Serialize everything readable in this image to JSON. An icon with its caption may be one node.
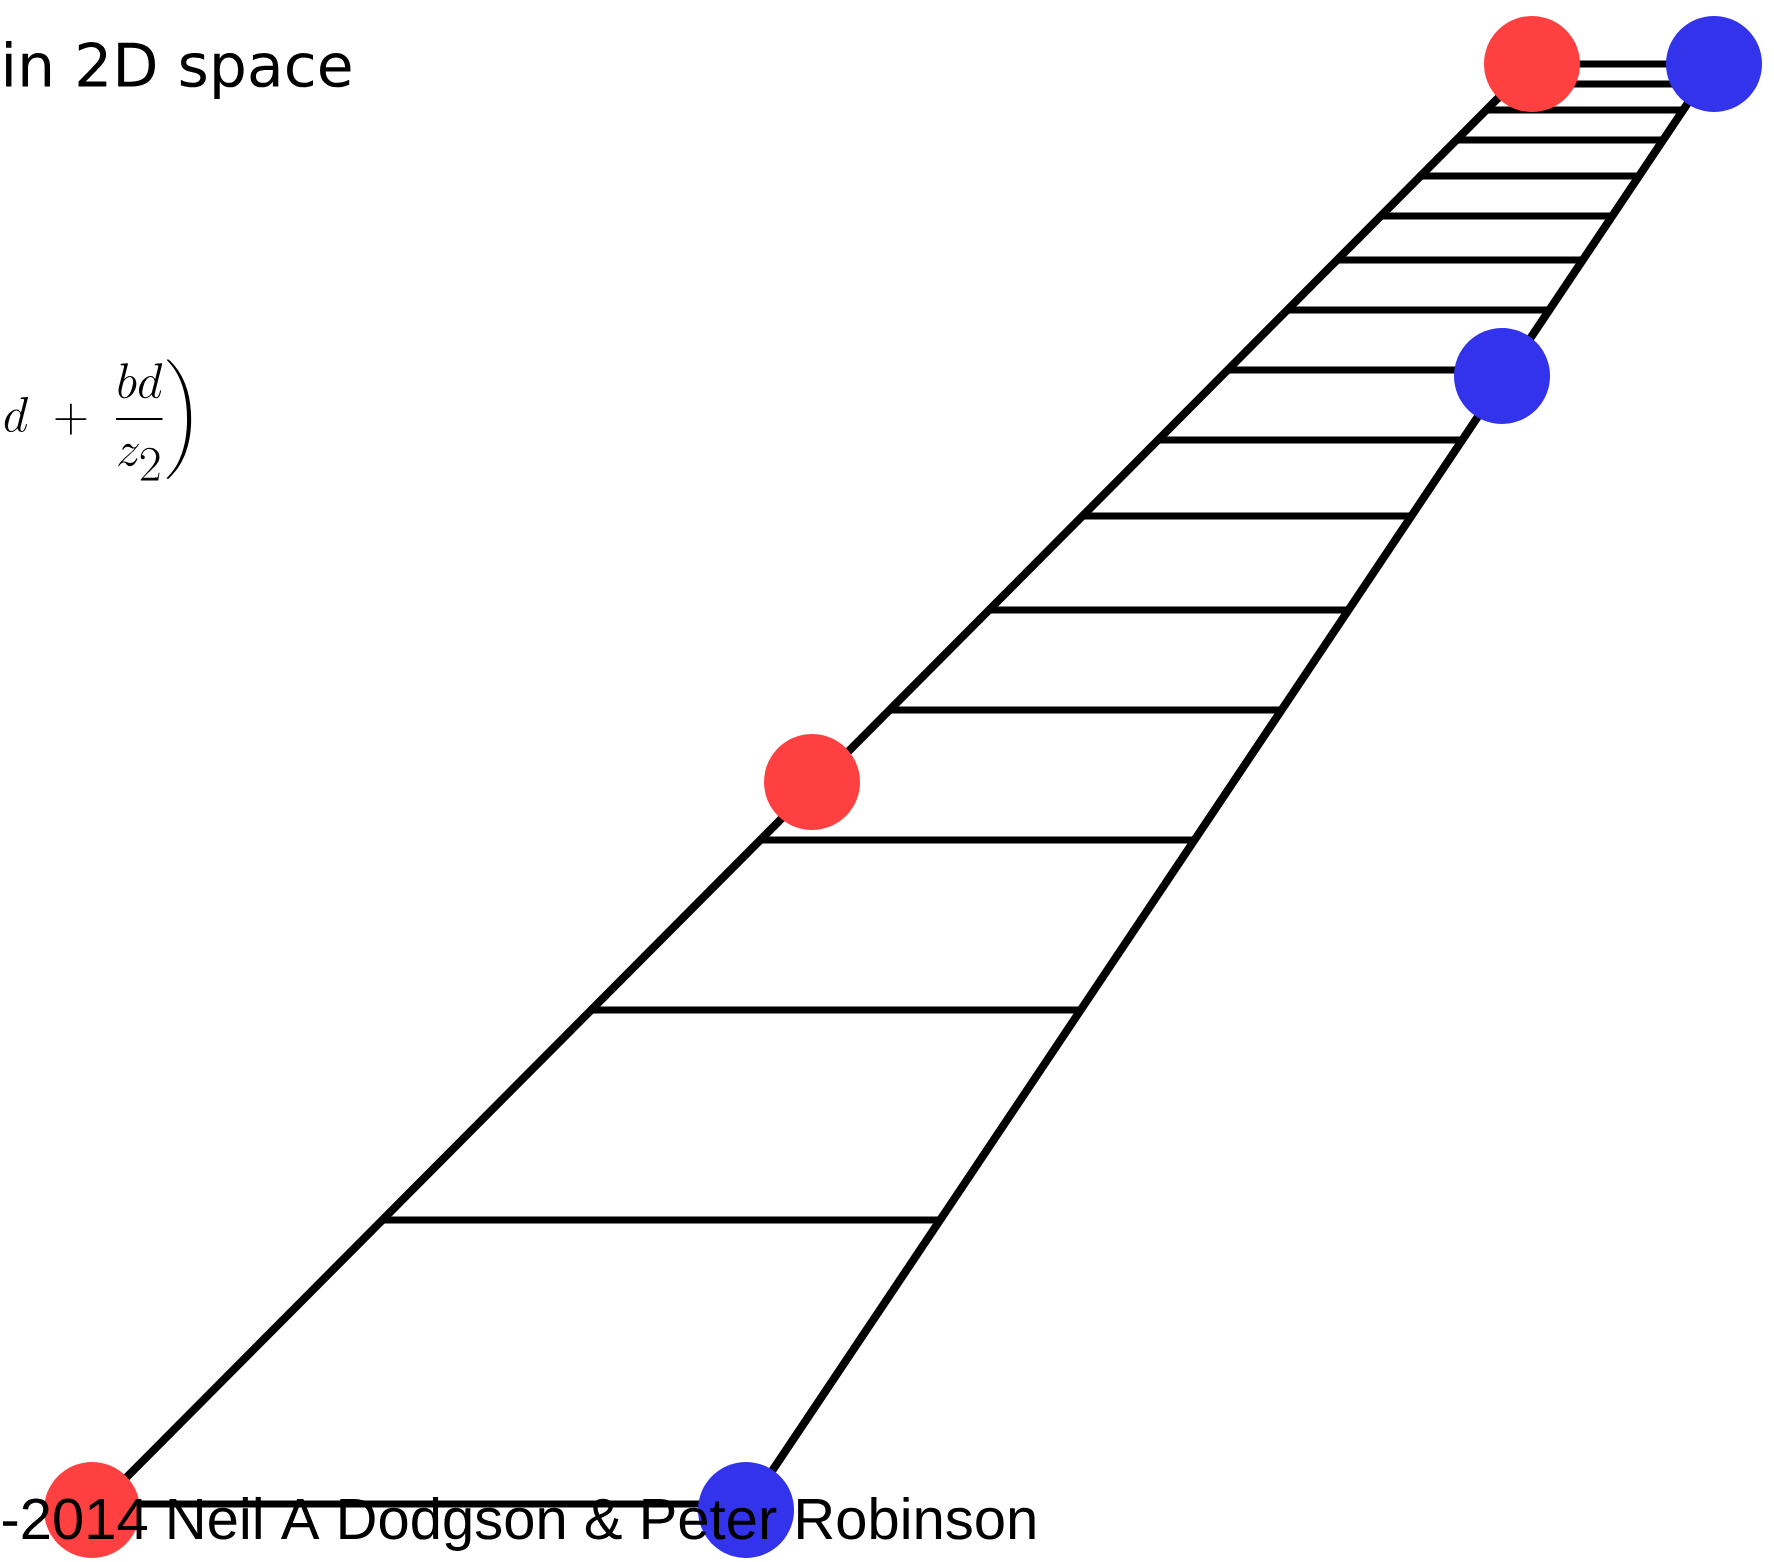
{
  "diagram": {
    "labels": [
      "in 2D space",
      "\\left. d \\;+\\; \\dfrac{bd}{z_{2}} \\right)",
      "-2014 Neil A Dodgson & Peter Robinson"
    ]
  }
}
